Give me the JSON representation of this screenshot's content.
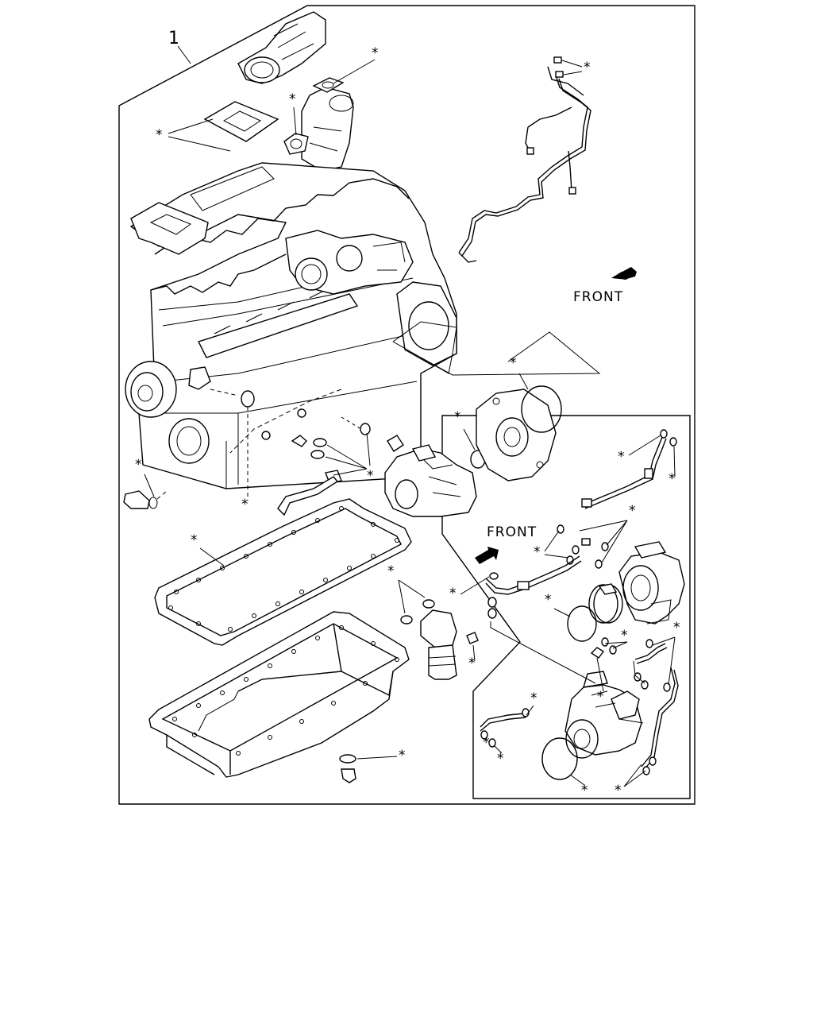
{
  "diagram": {
    "item_number": "1",
    "front_label_top": "FRONT",
    "front_label_inset": "FRONT",
    "asterisk_marker": "*"
  }
}
